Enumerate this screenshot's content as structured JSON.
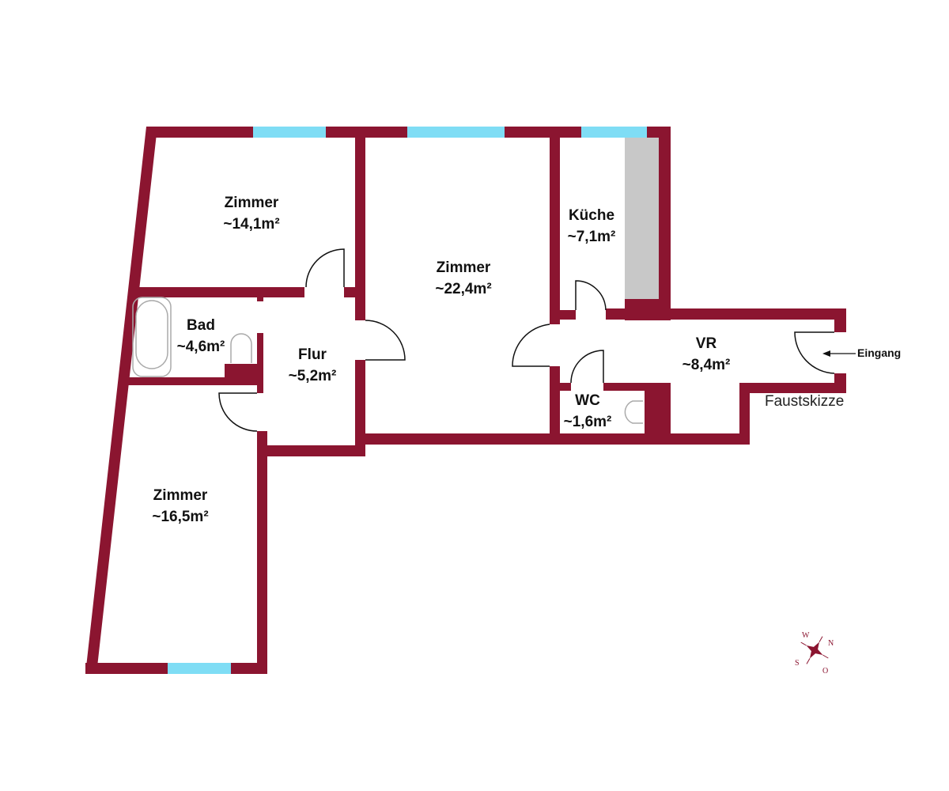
{
  "rooms": [
    {
      "name": "Zimmer",
      "area": "~14,1m²"
    },
    {
      "name": "Zimmer",
      "area": "~22,4m²"
    },
    {
      "name": "Küche",
      "area": "~7,1m²"
    },
    {
      "name": "Bad",
      "area": "~4,6m²"
    },
    {
      "name": "Flur",
      "area": "~5,2m²"
    },
    {
      "name": "VR",
      "area": "~8,4m²"
    },
    {
      "name": "WC",
      "area": "~1,6m²"
    },
    {
      "name": "Zimmer",
      "area": "~16,5m²"
    }
  ],
  "entrance_label": "Eingang",
  "note": "Faustskizze",
  "compass": {
    "labels": [
      "W",
      "N",
      "S",
      "O"
    ]
  },
  "colors": {
    "wall": "#8B1530",
    "window": "#7FDDF5",
    "counter": "#C8C8C8"
  }
}
